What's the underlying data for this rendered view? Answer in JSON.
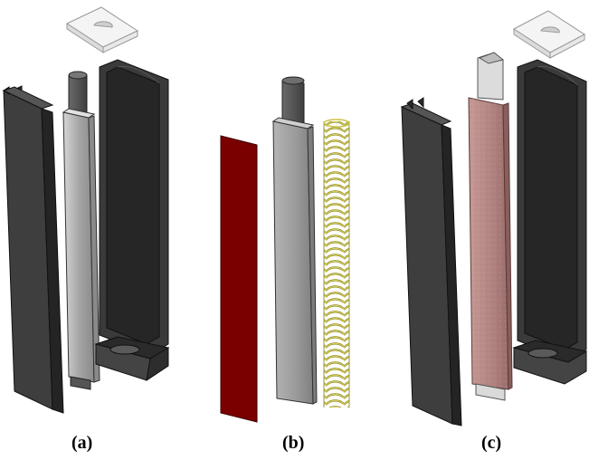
{
  "panels": [
    {
      "id": "a",
      "label": "(a)"
    },
    {
      "id": "b",
      "label": "(b)"
    },
    {
      "id": "c",
      "label": "(c)"
    }
  ],
  "colors": {
    "housing_dark": "#3c3c3c",
    "housing_edge": "#111111",
    "housing_inner": "#2a2a2a",
    "cover_plate": "#3a3a3a",
    "rod_gray": "#9a9a9a",
    "rod_light": "#c9c9c9",
    "rod_tip": "#5a5a5a",
    "red_strip": "#7a0000",
    "coil_yellow": "#b8b23a",
    "coated_rod": "#b48784",
    "cap_white": "#f2f2f2"
  },
  "icons": {
    "cap": "square-cap-with-half-circle-cutout",
    "coil": "helical-spring"
  }
}
